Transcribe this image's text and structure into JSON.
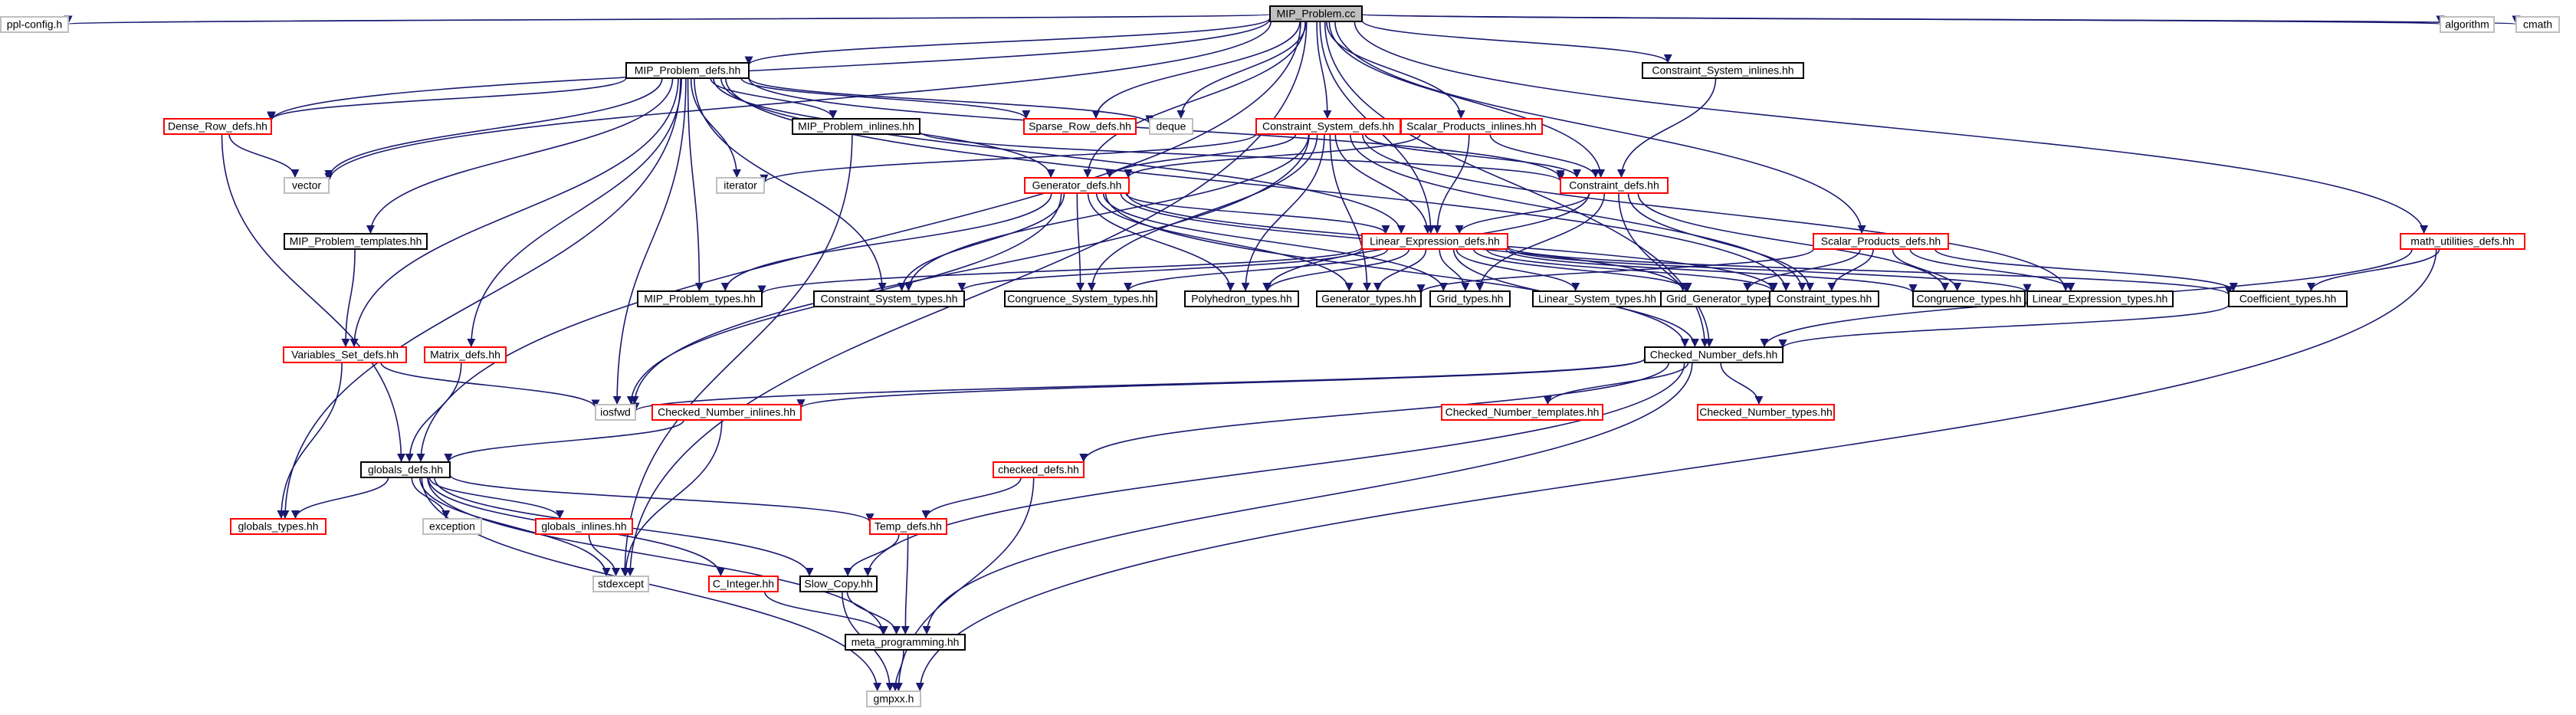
{
  "title": "MIP_Problem.cc",
  "colors": {
    "root_fill": "#bfbfbf",
    "documented_border": "#000000",
    "undocumented_border": "#ff0000",
    "external_border": "#bfbfbf",
    "edge": "#191970"
  },
  "nodes": [
    {
      "id": "root",
      "label": "MIP_Problem.cc",
      "kind": "root"
    },
    {
      "id": "pplconfig",
      "label": "ppl-config.h",
      "kind": "external"
    },
    {
      "id": "mipdefs",
      "label": "MIP_Problem_defs.hh",
      "kind": "documented"
    },
    {
      "id": "csinlines",
      "label": "Constraint_System_inlines.hh",
      "kind": "documented"
    },
    {
      "id": "algorithm",
      "label": "algorithm",
      "kind": "external"
    },
    {
      "id": "cmath",
      "label": "cmath",
      "kind": "external"
    },
    {
      "id": "denserow",
      "label": "Dense_Row_defs.hh",
      "kind": "undocumented"
    },
    {
      "id": "mipinlines",
      "label": "MIP_Problem_inlines.hh",
      "kind": "documented"
    },
    {
      "id": "sparserow",
      "label": "Sparse_Row_defs.hh",
      "kind": "undocumented"
    },
    {
      "id": "deque",
      "label": "deque",
      "kind": "external"
    },
    {
      "id": "csdefs",
      "label": "Constraint_System_defs.hh",
      "kind": "undocumented"
    },
    {
      "id": "spinlines",
      "label": "Scalar_Products_inlines.hh",
      "kind": "undocumented"
    },
    {
      "id": "vector",
      "label": "vector",
      "kind": "external"
    },
    {
      "id": "iterator",
      "label": "iterator",
      "kind": "external"
    },
    {
      "id": "gendefs",
      "label": "Generator_defs.hh",
      "kind": "undocumented"
    },
    {
      "id": "condefs",
      "label": "Constraint_defs.hh",
      "kind": "undocumented"
    },
    {
      "id": "miptemplates",
      "label": "MIP_Problem_templates.hh",
      "kind": "documented"
    },
    {
      "id": "linexpr",
      "label": "Linear_Expression_defs.hh",
      "kind": "undocumented"
    },
    {
      "id": "spdefs",
      "label": "Scalar_Products_defs.hh",
      "kind": "undocumented"
    },
    {
      "id": "mathutil",
      "label": "math_utilities_defs.hh",
      "kind": "undocumented"
    },
    {
      "id": "miptypes",
      "label": "MIP_Problem_types.hh",
      "kind": "documented"
    },
    {
      "id": "cstypes",
      "label": "Constraint_System_types.hh",
      "kind": "documented"
    },
    {
      "id": "congsystypes",
      "label": "Congruence_System_types.hh",
      "kind": "documented"
    },
    {
      "id": "polytypes",
      "label": "Polyhedron_types.hh",
      "kind": "documented"
    },
    {
      "id": "gentypes",
      "label": "Generator_types.hh",
      "kind": "documented"
    },
    {
      "id": "gridtypes",
      "label": "Grid_types.hh",
      "kind": "documented"
    },
    {
      "id": "linsystypes",
      "label": "Linear_System_types.hh",
      "kind": "documented"
    },
    {
      "id": "gridgentypes",
      "label": "Grid_Generator_types.hh",
      "kind": "documented"
    },
    {
      "id": "contypes",
      "label": "Constraint_types.hh",
      "kind": "documented"
    },
    {
      "id": "congtypes",
      "label": "Congruence_types.hh",
      "kind": "documented"
    },
    {
      "id": "linexprtypes",
      "label": "Linear_Expression_types.hh",
      "kind": "documented"
    },
    {
      "id": "coeftypes",
      "label": "Coefficient_types.hh",
      "kind": "documented"
    },
    {
      "id": "varsetdefs",
      "label": "Variables_Set_defs.hh",
      "kind": "undocumented"
    },
    {
      "id": "matrixdefs",
      "label": "Matrix_defs.hh",
      "kind": "undocumented"
    },
    {
      "id": "cndefs",
      "label": "Checked_Number_defs.hh",
      "kind": "documented"
    },
    {
      "id": "iosfwd",
      "label": "iosfwd",
      "kind": "external"
    },
    {
      "id": "cninlines",
      "label": "Checked_Number_inlines.hh",
      "kind": "undocumented"
    },
    {
      "id": "cntemplates",
      "label": "Checked_Number_templates.hh",
      "kind": "undocumented"
    },
    {
      "id": "cntypes",
      "label": "Checked_Number_types.hh",
      "kind": "undocumented"
    },
    {
      "id": "globalsdefs",
      "label": "globals_defs.hh",
      "kind": "documented"
    },
    {
      "id": "checkeddefs",
      "label": "checked_defs.hh",
      "kind": "undocumented"
    },
    {
      "id": "globalstypes",
      "label": "globals_types.hh",
      "kind": "undocumented"
    },
    {
      "id": "exception",
      "label": "exception",
      "kind": "external"
    },
    {
      "id": "globalsinlines",
      "label": "globals_inlines.hh",
      "kind": "undocumented"
    },
    {
      "id": "tempdefs",
      "label": "Temp_defs.hh",
      "kind": "undocumented"
    },
    {
      "id": "stdexcept",
      "label": "stdexcept",
      "kind": "external"
    },
    {
      "id": "cinteger",
      "label": "C_Integer.hh",
      "kind": "undocumented"
    },
    {
      "id": "slowcopy",
      "label": "Slow_Copy.hh",
      "kind": "documented"
    },
    {
      "id": "metaprog",
      "label": "meta_programming.hh",
      "kind": "documented"
    },
    {
      "id": "gmpxx",
      "label": "gmpxx.h",
      "kind": "external"
    }
  ],
  "edges": [
    [
      "root",
      "pplconfig"
    ],
    [
      "root",
      "mipdefs"
    ],
    [
      "root",
      "csinlines"
    ],
    [
      "root",
      "algorithm"
    ],
    [
      "root",
      "cmath"
    ],
    [
      "root",
      "denserow"
    ],
    [
      "root",
      "sparserow"
    ],
    [
      "root",
      "deque"
    ],
    [
      "root",
      "csdefs"
    ],
    [
      "root",
      "spinlines"
    ],
    [
      "root",
      "vector"
    ],
    [
      "root",
      "gendefs"
    ],
    [
      "root",
      "condefs"
    ],
    [
      "root",
      "linexpr"
    ],
    [
      "root",
      "spdefs"
    ],
    [
      "root",
      "mathutil"
    ],
    [
      "root",
      "cndefs"
    ],
    [
      "root",
      "stdexcept"
    ],
    [
      "root",
      "globalsdefs"
    ],
    [
      "mipdefs",
      "denserow"
    ],
    [
      "mipdefs",
      "mipinlines"
    ],
    [
      "mipdefs",
      "sparserow"
    ],
    [
      "mipdefs",
      "deque"
    ],
    [
      "mipdefs",
      "vector"
    ],
    [
      "mipdefs",
      "iterator"
    ],
    [
      "mipdefs",
      "gendefs"
    ],
    [
      "mipdefs",
      "condefs"
    ],
    [
      "mipdefs",
      "miptemplates"
    ],
    [
      "mipdefs",
      "linexpr"
    ],
    [
      "mipdefs",
      "miptypes"
    ],
    [
      "mipdefs",
      "cstypes"
    ],
    [
      "mipdefs",
      "varsetdefs"
    ],
    [
      "mipdefs",
      "matrixdefs"
    ],
    [
      "mipdefs",
      "iosfwd"
    ],
    [
      "mipdefs",
      "globalstypes"
    ],
    [
      "mipdefs",
      "contypes"
    ],
    [
      "csinlines",
      "condefs"
    ],
    [
      "denserow",
      "vector"
    ],
    [
      "denserow",
      "globalsdefs"
    ],
    [
      "mipinlines",
      "condefs"
    ],
    [
      "mipinlines",
      "stdexcept"
    ],
    [
      "csdefs",
      "iterator"
    ],
    [
      "csdefs",
      "gendefs"
    ],
    [
      "csdefs",
      "condefs"
    ],
    [
      "csdefs",
      "linexpr"
    ],
    [
      "csdefs",
      "cstypes"
    ],
    [
      "csdefs",
      "congsystypes"
    ],
    [
      "csdefs",
      "polytypes"
    ],
    [
      "csdefs",
      "gentypes"
    ],
    [
      "csdefs",
      "contypes"
    ],
    [
      "csdefs",
      "iosfwd"
    ],
    [
      "csdefs",
      "linexprtypes"
    ],
    [
      "spinlines",
      "gendefs"
    ],
    [
      "spinlines",
      "condefs"
    ],
    [
      "spinlines",
      "linexpr"
    ],
    [
      "gendefs",
      "linexpr"
    ],
    [
      "gendefs",
      "miptypes"
    ],
    [
      "gendefs",
      "cstypes"
    ],
    [
      "gendefs",
      "congsystypes"
    ],
    [
      "gendefs",
      "polytypes"
    ],
    [
      "gendefs",
      "gentypes"
    ],
    [
      "gendefs",
      "gridtypes"
    ],
    [
      "gendefs",
      "gridgentypes"
    ],
    [
      "gendefs",
      "contypes"
    ],
    [
      "gendefs",
      "iosfwd"
    ],
    [
      "gendefs",
      "cndefs"
    ],
    [
      "condefs",
      "linexpr"
    ],
    [
      "condefs",
      "polytypes"
    ],
    [
      "condefs",
      "gridtypes"
    ],
    [
      "condefs",
      "contypes"
    ],
    [
      "condefs",
      "congtypes"
    ],
    [
      "condefs",
      "cndefs"
    ],
    [
      "linexpr",
      "miptypes"
    ],
    [
      "linexpr",
      "cstypes"
    ],
    [
      "linexpr",
      "congsystypes"
    ],
    [
      "linexpr",
      "polytypes"
    ],
    [
      "linexpr",
      "gentypes"
    ],
    [
      "linexpr",
      "gridtypes"
    ],
    [
      "linexpr",
      "linsystypes"
    ],
    [
      "linexpr",
      "gridgentypes"
    ],
    [
      "linexpr",
      "contypes"
    ],
    [
      "linexpr",
      "congtypes"
    ],
    [
      "linexpr",
      "linexprtypes"
    ],
    [
      "linexpr",
      "coeftypes"
    ],
    [
      "linexpr",
      "cndefs"
    ],
    [
      "spdefs",
      "gentypes"
    ],
    [
      "spdefs",
      "gridgentypes"
    ],
    [
      "spdefs",
      "contypes"
    ],
    [
      "spdefs",
      "congtypes"
    ],
    [
      "spdefs",
      "linexprtypes"
    ],
    [
      "spdefs",
      "coeftypes"
    ],
    [
      "mathutil",
      "coeftypes"
    ],
    [
      "mathutil",
      "cndefs"
    ],
    [
      "mathutil",
      "gmpxx"
    ],
    [
      "coeftypes",
      "cndefs"
    ],
    [
      "miptemplates",
      "varsetdefs"
    ],
    [
      "varsetdefs",
      "iosfwd"
    ],
    [
      "varsetdefs",
      "globalstypes"
    ],
    [
      "matrixdefs",
      "globalsdefs"
    ],
    [
      "cndefs",
      "iosfwd"
    ],
    [
      "cndefs",
      "cninlines"
    ],
    [
      "cndefs",
      "cntemplates"
    ],
    [
      "cndefs",
      "cntypes"
    ],
    [
      "cndefs",
      "checkeddefs"
    ],
    [
      "cndefs",
      "slowcopy"
    ],
    [
      "cndefs",
      "metaprog"
    ],
    [
      "cninlines",
      "globalsdefs"
    ],
    [
      "cninlines",
      "stdexcept"
    ],
    [
      "globalsdefs",
      "globalstypes"
    ],
    [
      "globalsdefs",
      "exception"
    ],
    [
      "globalsdefs",
      "globalsinlines"
    ],
    [
      "globalsdefs",
      "tempdefs"
    ],
    [
      "globalsdefs",
      "cinteger"
    ],
    [
      "globalsdefs",
      "slowcopy"
    ],
    [
      "globalsdefs",
      "metaprog"
    ],
    [
      "globalsdefs",
      "stdexcept"
    ],
    [
      "globalsdefs",
      "gmpxx"
    ],
    [
      "globalsinlines",
      "stdexcept"
    ],
    [
      "checkeddefs",
      "tempdefs"
    ],
    [
      "checkeddefs",
      "gmpxx"
    ],
    [
      "tempdefs",
      "slowcopy"
    ],
    [
      "tempdefs",
      "metaprog"
    ],
    [
      "cinteger",
      "metaprog"
    ],
    [
      "slowcopy",
      "metaprog"
    ],
    [
      "slowcopy",
      "gmpxx"
    ],
    [
      "metaprog",
      "gmpxx"
    ]
  ]
}
